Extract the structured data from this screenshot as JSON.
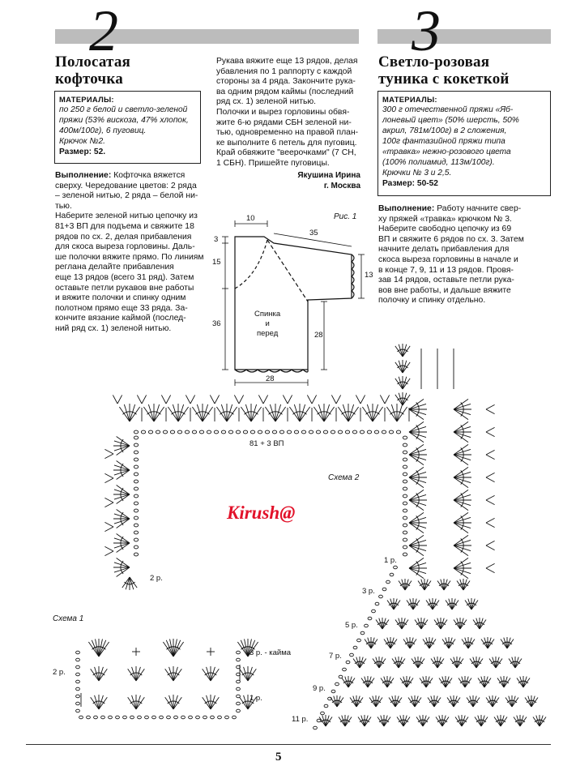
{
  "left": {
    "number": "2",
    "title_line1": "Полосатая",
    "title_line2": "кофточка",
    "materials_head": "МАТЕРИАЛЫ:",
    "materials_text": "по 250 г белой и светло-зеленой\nпряжи (53% вискоза, 47% хлопок,\n400м/100г), 6 пуговиц.\nКрючок №2.",
    "size_label": "Размер: 52.",
    "exec_label": "Выполнение:",
    "exec_text": " Кофточка вяжется\nсверху. Чередование цветов: 2 ряда\n– зеленой нитью, 2 ряда – белой ни-\nтью.\nНаберите зеленой нитью цепочку из\n81+3 ВП для подъема и свяжите 18\nрядов по сх. 2, делая прибавления\nдля скоса выреза горловины. Даль-\nше полочки вяжите прямо. По линиям\nреглана делайте прибавления\nеще 13 рядов (всего 31 ряд). Затем\nоставьте петли рукавов вне работы\nи вяжите полочки и спинку одним\nполотном прямо еще 33 ряда. За-\nкончите вязание каймой (послед-\nний ряд сх. 1) зеленой нитью."
  },
  "middle": {
    "text": "Рукава вяжите еще 13 рядов, делая\nубавления по 1 раппорту с каждой\nстороны за 4 ряда. Закончите рука-\nва одним рядом каймы (последний\nряд сх. 1) зеленой нитью.\nПолочки и вырез горловины обвя-\nжите 6-ю рядами СБН зеленой ни-\nтью, одновременно на правой план-\nке выполните 6 петель для пуговиц.\nКрай обвяжите \"веерочками\" (7 СН,\n1 СБН). Пришейте пуговицы.",
    "author": "Якушина Ирина",
    "city": "г. Москва"
  },
  "right": {
    "number": "3",
    "title_line1": "Светло-розовая",
    "title_line2": "туника с кокеткой",
    "materials_head": "МАТЕРИАЛЫ:",
    "materials_text": "300 г отечественной пряжи «Яб-\nлоневый цвет» (50% шерсть, 50%\nакрил, 781м/100г) в 2 сложения,\n100г фантазийной пряжи типа\n«травка» нежно-розового цвета\n(100% полиамид, 113м/100г).\nКрючки № 3 и 2,5.",
    "size_label": "Размер: 50-52",
    "exec_label": "Выполнение:",
    "exec_text": " Работу начните свер-\nху пряжей «травка» крючком № 3.\nНаберите свободно цепочку из 69\nВП и свяжите 6 рядов по сх. 3. Затем\nначните делать прибавления для\nскоса выреза горловины в начале и\nв конце 7, 9, 11 и 13 рядов. Провя-\nзав 14 рядов, оставьте петли рука-\nвов вне работы, и дальше вяжите\nполочку и спинку отдельно."
  },
  "figure1": {
    "caption": "Рис. 1",
    "label_body": "Спинка\nи\nперед",
    "dim_top": "10",
    "dim_sleeve": "35",
    "dim_3": "3",
    "dim_15": "15",
    "dim_36": "36",
    "dim_28_side": "28",
    "dim_28_bottom": "28",
    "dim_13": "13"
  },
  "scheme2": {
    "caption": "Схема 2",
    "chain_label": "81 + 3 ВП",
    "row_label": "2 р."
  },
  "scheme1": {
    "caption": "Схема 1",
    "row3": "3 р. - кайма",
    "row2": "2 р.",
    "row1": "1 р."
  },
  "scheme3": {
    "row_labels": [
      "1 р.",
      "3 р.",
      "5 р.",
      "7 р.",
      "9 р.",
      "11 р."
    ]
  },
  "watermark": "Kirush@",
  "page_number": "5"
}
